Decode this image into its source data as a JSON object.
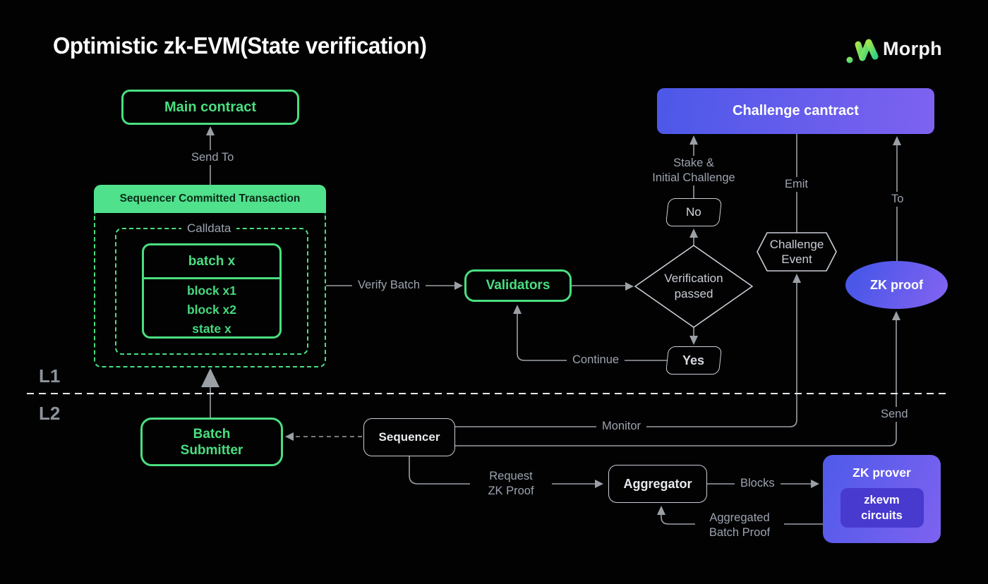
{
  "title": "Optimistic zk-EVM(State verification)",
  "brand": {
    "name": "Morph",
    "logo_icon": "morph-m-dots-icon"
  },
  "layers": {
    "l1": "L1",
    "l2": "L2"
  },
  "colors": {
    "background": "#020202",
    "green_accent": "#4ade80",
    "green_fill": "#50e18c",
    "green_header_text": "#0a2b16",
    "purple_gradient_start": "#4c58e8",
    "purple_gradient_end": "#7e62f0",
    "zkevm_inner_fill": "#4839cf",
    "gray_line": "#9aa0a6",
    "gray_border": "#c9ced6",
    "label_text": "#9ca3af"
  },
  "nodes": {
    "main_contract": "Main contract",
    "sct_header": "Sequencer Committed Transaction",
    "calldata": "Calldata",
    "batch_header": "batch x",
    "batch_rows": {
      "0": "block x1",
      "1": "block x2",
      "2": "state x"
    },
    "validators": "Validators",
    "decision": {
      "0": "Verification",
      "1": "passed"
    },
    "no": "No",
    "yes": "Yes",
    "challenge_contract": "Challenge cantract",
    "challenge_event": {
      "0": "Challenge",
      "1": "Event"
    },
    "zk_proof": "ZK proof",
    "batch_submitter": {
      "0": "Batch",
      "1": "Submitter"
    },
    "sequencer": "Sequencer",
    "aggregator": "Aggregator",
    "zk_prover": "ZK prover",
    "zkevm_circuits": {
      "0": "zkevm",
      "1": "circuits"
    }
  },
  "edges": {
    "send_to": "Send To",
    "verify_batch": "Verify Batch",
    "continue": "Continue",
    "stake": {
      "0": "Stake &",
      "1": "Initial Challenge"
    },
    "emit": "Emit",
    "to": "To",
    "monitor": "Monitor",
    "send": "Send",
    "request_zk_proof": {
      "0": "Request",
      "1": "ZK Proof"
    },
    "blocks": "Blocks",
    "aggregated_batch_proof": {
      "0": "Aggregated",
      "1": "Batch Proof"
    }
  }
}
